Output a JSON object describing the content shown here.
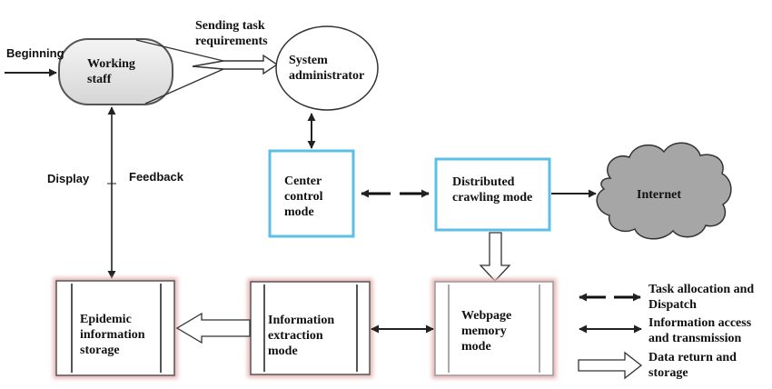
{
  "labels": {
    "beginning": "Beginning",
    "working_staff": "Working staff",
    "sending_task": "Sending task requirements",
    "system_admin": "System administrator",
    "display": "Display",
    "feedback": "Feedback",
    "center_control": "Center control mode",
    "distributed_crawling": "Distributed crawling mode",
    "internet": "Internet",
    "epidemic_storage": "Epidemic information storage",
    "info_extraction": "Information extraction mode",
    "webpage_memory": "Webpage memory mode"
  },
  "legend": {
    "task_allocation": "Task allocation and Dispatch",
    "info_access": "Information access and transmission",
    "data_return": "Data return and storage"
  },
  "colors": {
    "blue_border": "#5bbfe6",
    "pink_glow": "#e8b4b4",
    "cloud": "#a6a6a6",
    "line": "#222222"
  }
}
